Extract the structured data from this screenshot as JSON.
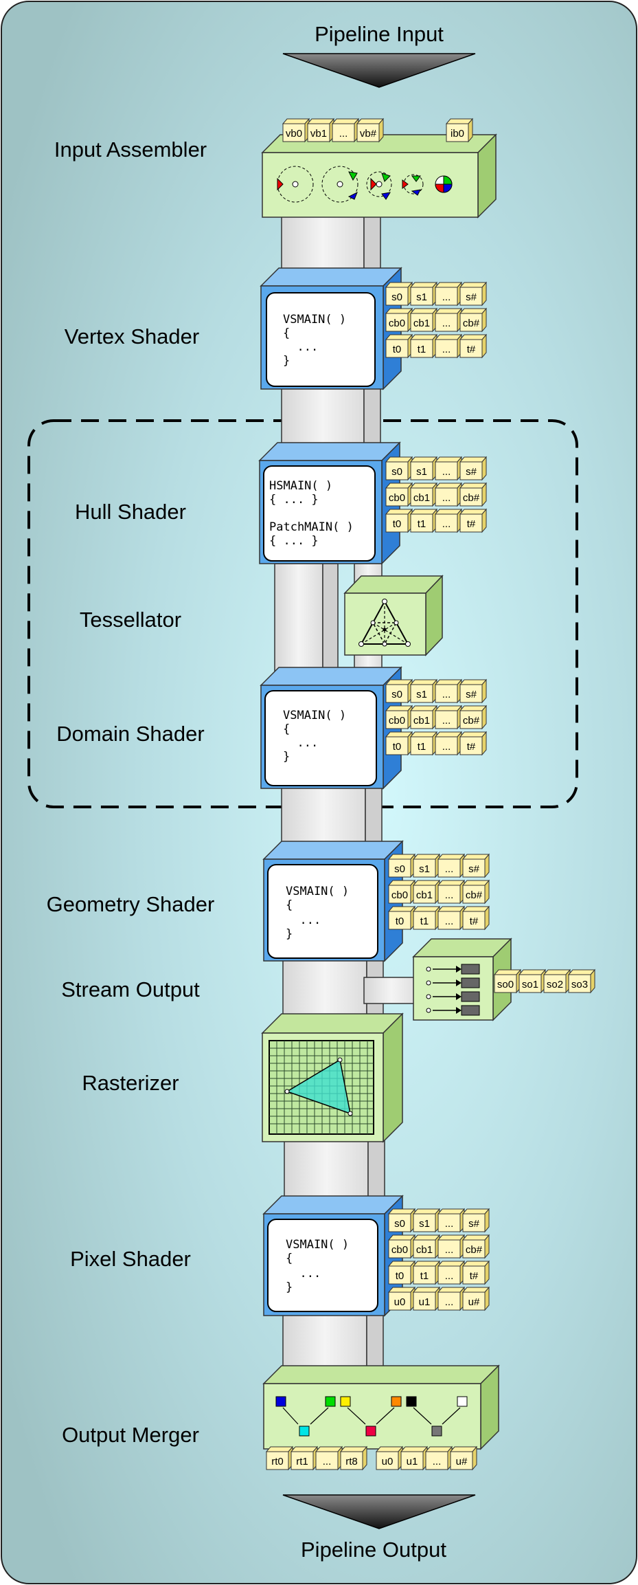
{
  "io": {
    "input": "Pipeline Input",
    "output": "Pipeline Output"
  },
  "stages": {
    "input_assembler": {
      "label": "Input Assembler",
      "slots": [
        "vb0",
        "vb1",
        "...",
        "vb#"
      ],
      "index_slot": "ib0"
    },
    "vertex_shader": {
      "label": "Vertex Shader",
      "code": [
        "VSMAIN(  )",
        "{",
        "  ...",
        "}"
      ]
    },
    "hull_shader": {
      "label": "Hull Shader",
      "code": [
        "HSMAIN(  )",
        "{ ... }",
        "PatchMAIN( )",
        "{ ... }"
      ]
    },
    "tessellator": {
      "label": "Tessellator"
    },
    "domain_shader": {
      "label": "Domain Shader",
      "code": [
        "VSMAIN(  )",
        "{",
        "  ...",
        "}"
      ]
    },
    "geometry_shader": {
      "label": "Geometry Shader",
      "code": [
        "VSMAIN(  )",
        "{",
        "  ...",
        "}"
      ]
    },
    "stream_output": {
      "label": "Stream Output",
      "slots": [
        "so0",
        "so1",
        "so2",
        "so3"
      ]
    },
    "rasterizer": {
      "label": "Rasterizer"
    },
    "pixel_shader": {
      "label": "Pixel Shader",
      "code": [
        "VSMAIN(  )",
        "{",
        "  ...",
        "}"
      ]
    },
    "output_merger": {
      "label": "Output Merger",
      "rt_slots": [
        "rt0",
        "rt1",
        "...",
        "rt8"
      ],
      "u_slots": [
        "u0",
        "u1",
        "...",
        "u#"
      ]
    }
  },
  "resource_rows": {
    "samplers": [
      "s0",
      "s1",
      "...",
      "s#"
    ],
    "constant_buffers": [
      "cb0",
      "cb1",
      "...",
      "cb#"
    ],
    "textures": [
      "t0",
      "t1",
      "...",
      "t#"
    ],
    "uavs": [
      "u0",
      "u1",
      "...",
      "u#"
    ]
  },
  "colors": {
    "background": "#bfe4ea",
    "shader_blue": "#5aa8ec",
    "fixed_green": "#d4f1b2",
    "slot_yellow": "#fff7c2",
    "connector_gray": "#e6e6e6"
  }
}
